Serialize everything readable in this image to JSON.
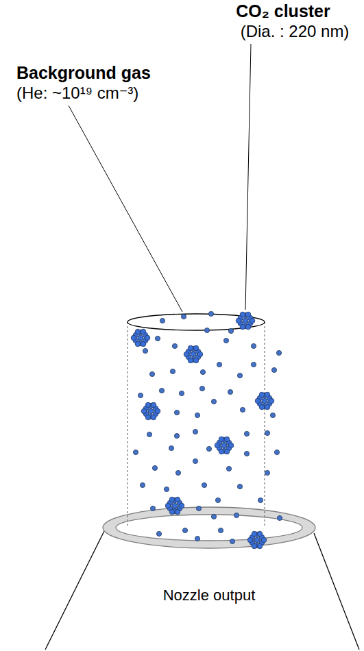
{
  "diagram": {
    "labels": [
      "CO₂ cluster",
      "(Dia. : 220 nm)",
      "Background gas",
      "(He: ~10¹⁹ cm⁻³)",
      "Nozzle output"
    ]
  }
}
